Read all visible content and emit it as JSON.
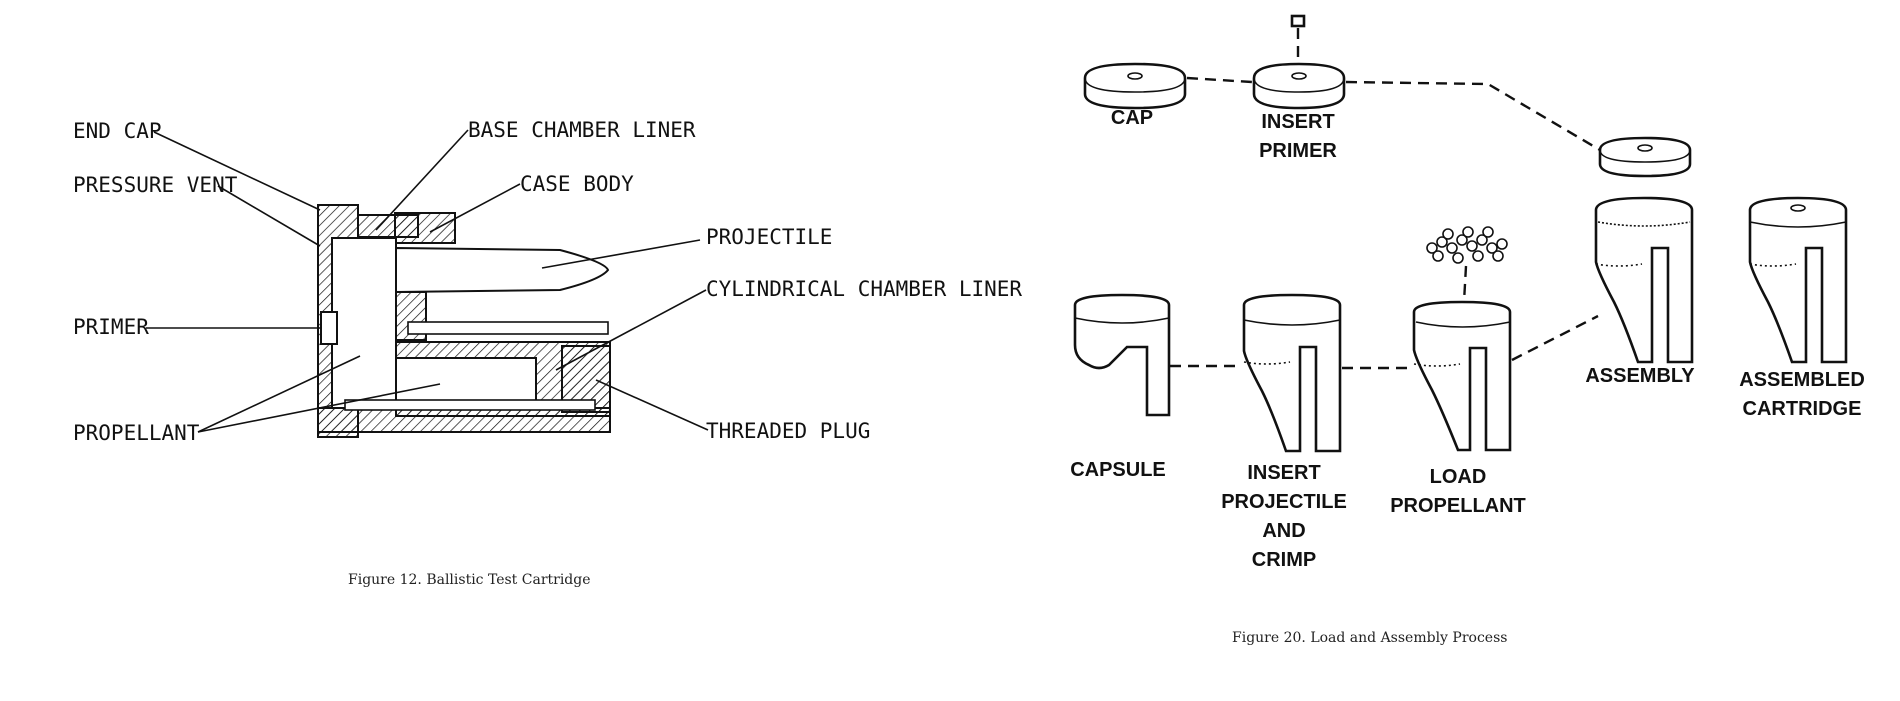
{
  "figure12": {
    "labels": {
      "end_cap": "END CAP",
      "pressure_vent": "PRESSURE VENT",
      "primer": "PRIMER",
      "propellant": "PROPELLANT",
      "base_chamber_liner": "BASE CHAMBER LINER",
      "case_body": "CASE BODY",
      "projectile": "PROJECTILE",
      "cylindrical_chamber_liner": "CYLINDRICAL CHAMBER LINER",
      "threaded_plug": "THREADED PLUG"
    },
    "caption": "Figure 12.  Ballistic Test Cartridge"
  },
  "figure20": {
    "labels": {
      "cap": "CAP",
      "insert_primer_1": "INSERT",
      "insert_primer_2": "PRIMER",
      "capsule": "CAPSULE",
      "insert_projectile_1": "INSERT",
      "insert_projectile_2": "PROJECTILE",
      "insert_projectile_3": "AND",
      "insert_projectile_4": "CRIMP",
      "load_propellant_1": "LOAD",
      "load_propellant_2": "PROPELLANT",
      "assembly": "ASSEMBLY",
      "assembled_cartridge_1": "ASSEMBLED",
      "assembled_cartridge_2": "CARTRIDGE"
    },
    "caption": "Figure 20.  Load and Assembly Process"
  }
}
